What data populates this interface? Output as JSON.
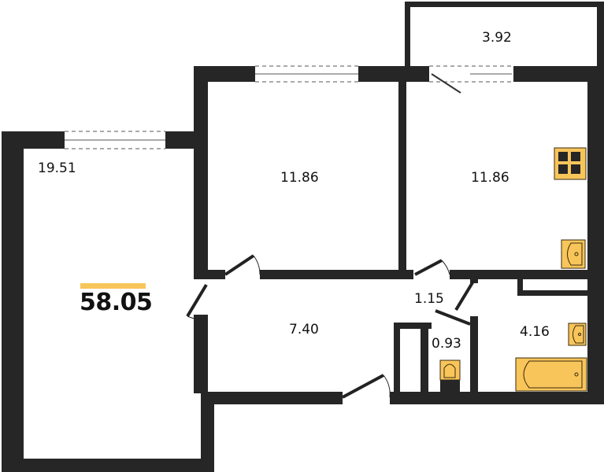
{
  "plan": {
    "total_area": "58.05",
    "accent_color": "#F8C55A",
    "wall_color": "#262626",
    "fixture_outline": "#3a2a10",
    "rooms": [
      {
        "id": "living-room",
        "area": "19.51"
      },
      {
        "id": "bedroom",
        "area": "11.86"
      },
      {
        "id": "kitchen",
        "area": "11.86"
      },
      {
        "id": "balcony",
        "area": "3.92"
      },
      {
        "id": "hallway",
        "area": "7.40"
      },
      {
        "id": "corridor",
        "area": "1.15"
      },
      {
        "id": "toilet",
        "area": "0.93"
      },
      {
        "id": "bathroom",
        "area": "4.16"
      }
    ]
  }
}
